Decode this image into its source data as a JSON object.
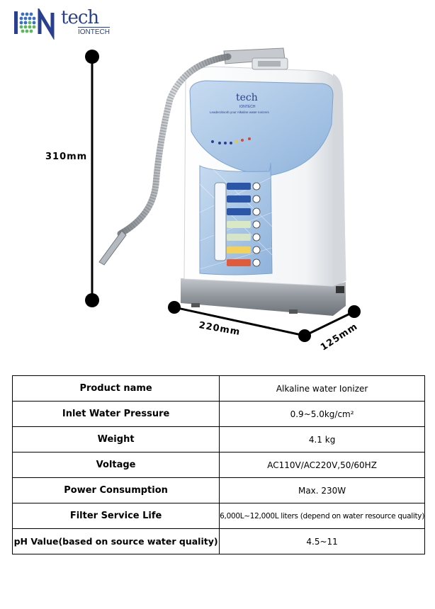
{
  "brand": {
    "logo_word": "tech",
    "logo_sub": "IONTECH",
    "panel_logo_word": "tech",
    "panel_logo_sub": "IONTECH",
    "panel_slogan": "Leaderobsorb your Alkaline water Ionizers"
  },
  "dimensions": {
    "height": "310mm",
    "width": "220mm",
    "depth": "125mm"
  },
  "specs": [
    {
      "key": "Product name",
      "value": "Alkaline water Ionizer"
    },
    {
      "key": "Inlet Water Pressure",
      "value": "0.9~5.0kg/cm²"
    },
    {
      "key": "Weight",
      "value": "4.1 kg"
    },
    {
      "key": "Voltage",
      "value": "AC110V/AC220V,50/60HZ"
    },
    {
      "key": "Power Consumption",
      "value": "Max. 230W"
    },
    {
      "key": "Filter Service Life",
      "value": "6,000L~12,000L liters (depend on water resource quality)"
    },
    {
      "key": "pH Value(based on source water quality)",
      "value": "4.5~11"
    }
  ],
  "colors": {
    "brand_blue": "#2a3f8f",
    "dot_blue": "#3a6fc4",
    "dot_green": "#5cb85c",
    "panel_blue": "#a9c8e8",
    "body_white": "#f4f6f8",
    "base_gray": "#9aa0a6"
  }
}
